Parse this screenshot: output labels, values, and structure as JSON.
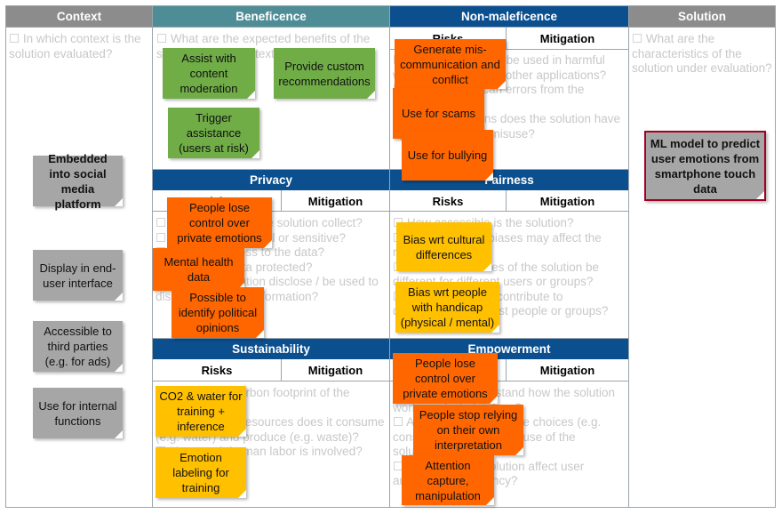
{
  "headers": {
    "context": "Context",
    "beneficence": "Beneficence",
    "non_maleficence": "Non-maleficence",
    "solution": "Solution",
    "privacy": "Privacy",
    "fairness": "Fairness",
    "sustainability": "Sustainability",
    "empowerment": "Empowerment",
    "risks": "Risks",
    "mitigation": "Mitigation"
  },
  "questions": {
    "context": "☐ In which context is the solution evaluated?",
    "beneficence": "☐ What are the expected benefits of the solution in this context?",
    "non_maleficence": "☐ Could the solution be used in harmful ways with regards to other applications?\n☐ What impacts can errors from the solution have?\n☐ What protections does the solution have against attacks or misuse?",
    "solution": "☐ What are the characteristics of the solution under evaluation?",
    "privacy": "☐ What data does the solution collect?\n☐ Is the data personal or sensitive?\n☐ Who has access to the data?\n☐ How is the data protected?\n☐ Could the solution disclose / be used to disclose sensitive information?",
    "fairness": "☐ How accessible is the solution?\n☐ Could inherent biases may affect the results?\n☐ Can the outcomes of the solution be different for different users or groups?\n☐ Can the solution contribute to discrimination against people or groups?",
    "sustainability": "☐ What is the carbon footprint of the solution?\n☐ What natural resources does it consume (e.g. water) and produce (e.g. waste)?\n☐ How much human labor is involved?",
    "empowerment": "☐ Can users understand how the solution works and what it does?\n☐ Are users able to make choices (e.g. consent) regarding their use of the solution?\n☐ How does the solution affect user autonomy and agency?"
  },
  "notes": {
    "benefit_moderation": "Assist with content moderation",
    "benefit_recommend": "Provide custom recommendations",
    "benefit_assist": "Trigger assistance (users at risk)",
    "harm_miscom": "Generate mis-communication and conflict",
    "harm_scams": "Use for scams",
    "harm_bullying": "Use for bullying",
    "ctx_embedded": "Embedded into social media platform",
    "ctx_display": "Display in end-user interface",
    "ctx_third": "Accessible to third parties (e.g. for ads)",
    "ctx_internal": "Use for internal functions",
    "solution_main": "ML model to predict user emotions from smartphone touch data",
    "priv_control": "People lose control over private emotions",
    "priv_mental": "Mental health data",
    "priv_political": "Possible to identify political opinions",
    "fair_cultural": "Bias wrt cultural differences",
    "fair_handicap": "Bias wrt people with handicap (physical / mental)",
    "sust_co2": "CO2 & water for training + inference",
    "sust_label": "Emotion labeling for training",
    "emp_control": "People lose control over private emotions",
    "emp_relying": "People stop relying on their own interpretation",
    "emp_attention": "Attention capture, manipulation"
  }
}
